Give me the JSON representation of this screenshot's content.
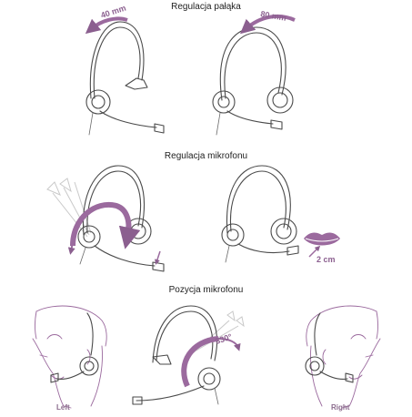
{
  "sections": {
    "headband": {
      "title": "Regulacja pałąka",
      "left_measure": "40 mm",
      "right_measure": "80 mm"
    },
    "microphone": {
      "title": "Regulacja mikrofonu",
      "distance": "2 cm"
    },
    "position": {
      "title": "Pozycja mikrofonu",
      "rotation": "330°",
      "left_label": "Left",
      "right_label": "Right"
    }
  },
  "colors": {
    "accent": "#9b6a9e",
    "line": "#4a4a4a"
  }
}
